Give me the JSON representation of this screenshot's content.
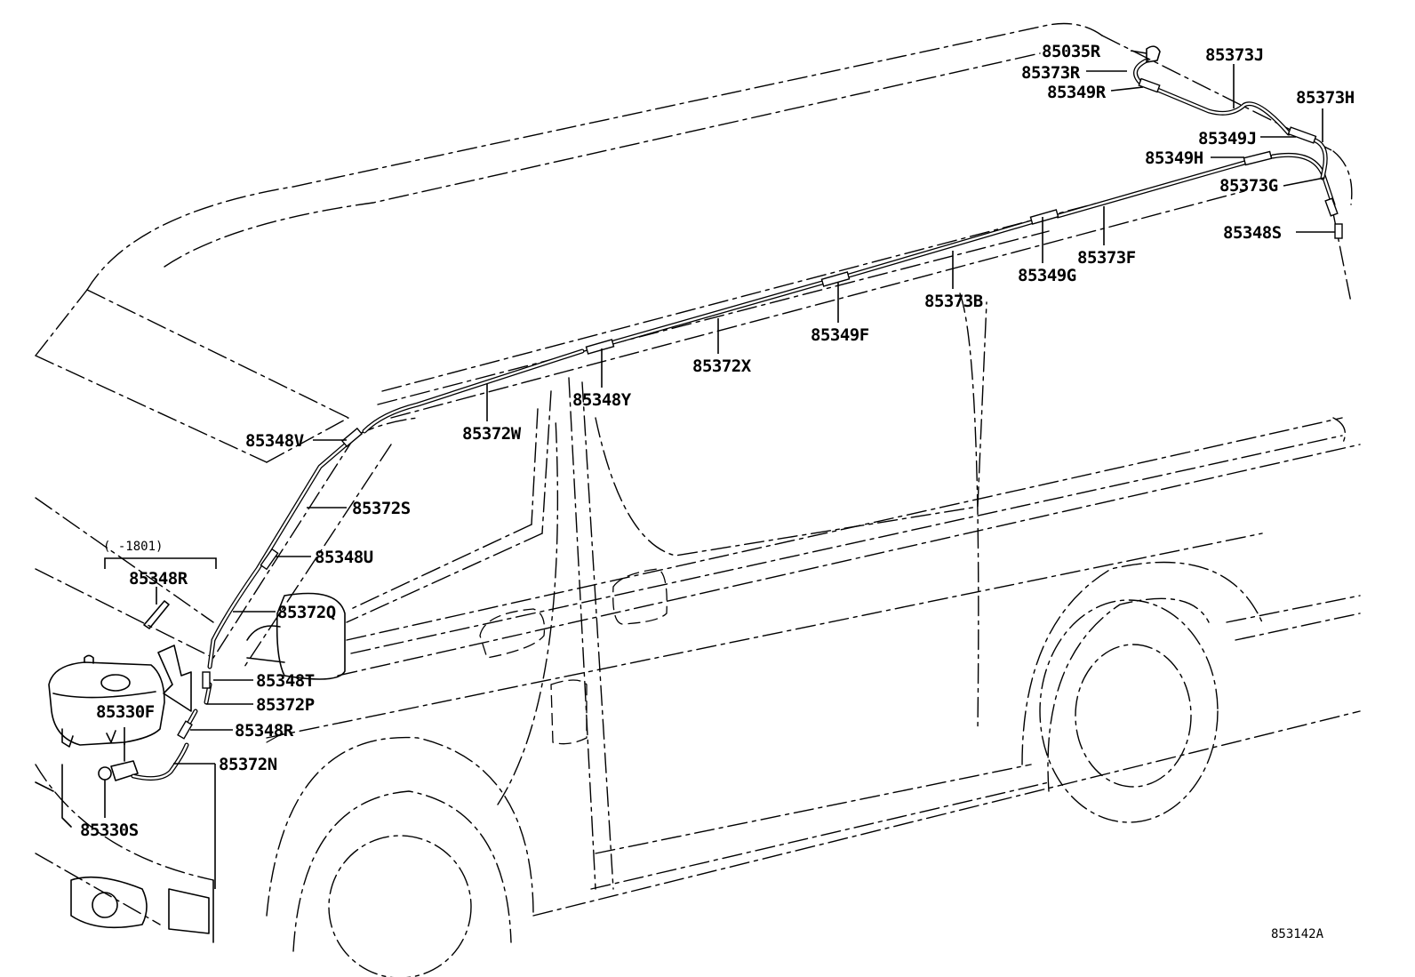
{
  "diagram_id": "853142A",
  "bracket_note": "(    -1801)",
  "labels": {
    "p85035R": "85035R",
    "p85373R": "85373R",
    "p85349R": "85349R",
    "p85373J": "85373J",
    "p85373H": "85373H",
    "p85349J": "85349J",
    "p85349H": "85349H",
    "p85373G": "85373G",
    "p85348S": "85348S",
    "p85373F": "85373F",
    "p85349G": "85349G",
    "p85373B": "85373B",
    "p85349F": "85349F",
    "p85372X": "85372X",
    "p85348Y": "85348Y",
    "p85372W": "85372W",
    "p85348V": "85348V",
    "p85372S": "85372S",
    "p85348U": "85348U",
    "p85372Q": "85372Q",
    "p85348T": "85348T",
    "p85372P": "85372P",
    "p85348R_main": "85348R",
    "p85372N": "85372N",
    "p85330F": "85330F",
    "p85330S": "85330S",
    "p85348R_inset": "85348R"
  }
}
